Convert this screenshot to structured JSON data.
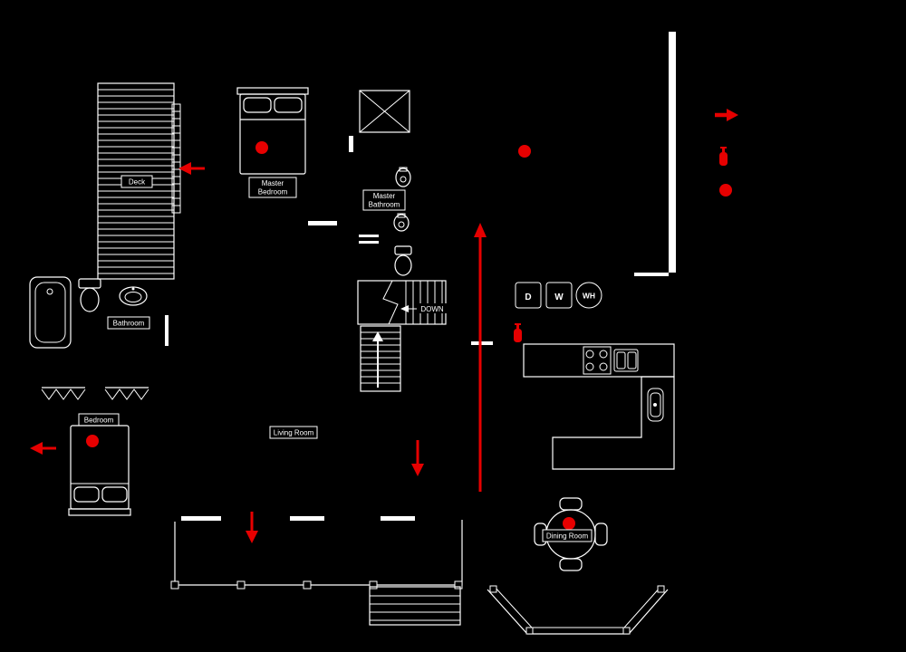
{
  "palette": {
    "background": "#000000",
    "line": "#ffffff",
    "alert": "#e60000"
  },
  "rooms": {
    "deck": {
      "label": "Deck"
    },
    "master_bedroom": {
      "label": "Master Bedroom",
      "line1": "Master",
      "line2": "Bedroom"
    },
    "master_bathroom": {
      "label": "Master Bathroom",
      "line1": "Master",
      "line2": "Bathroom"
    },
    "bathroom": {
      "label": "Bathroom"
    },
    "bedroom": {
      "label": "Bedroom"
    },
    "living_room": {
      "label": "Living Room"
    },
    "dining_room": {
      "label": "Dining Room"
    }
  },
  "stairs": {
    "down_label": "DOWN"
  },
  "appliances": {
    "dryer": "D",
    "washer": "W",
    "water_heater": "WH"
  },
  "icons": {
    "smoke_detector": "filled-red-circle",
    "fire_extinguisher": "red-extinguisher-glyph",
    "escape_route_arrow": "red-arrow"
  }
}
